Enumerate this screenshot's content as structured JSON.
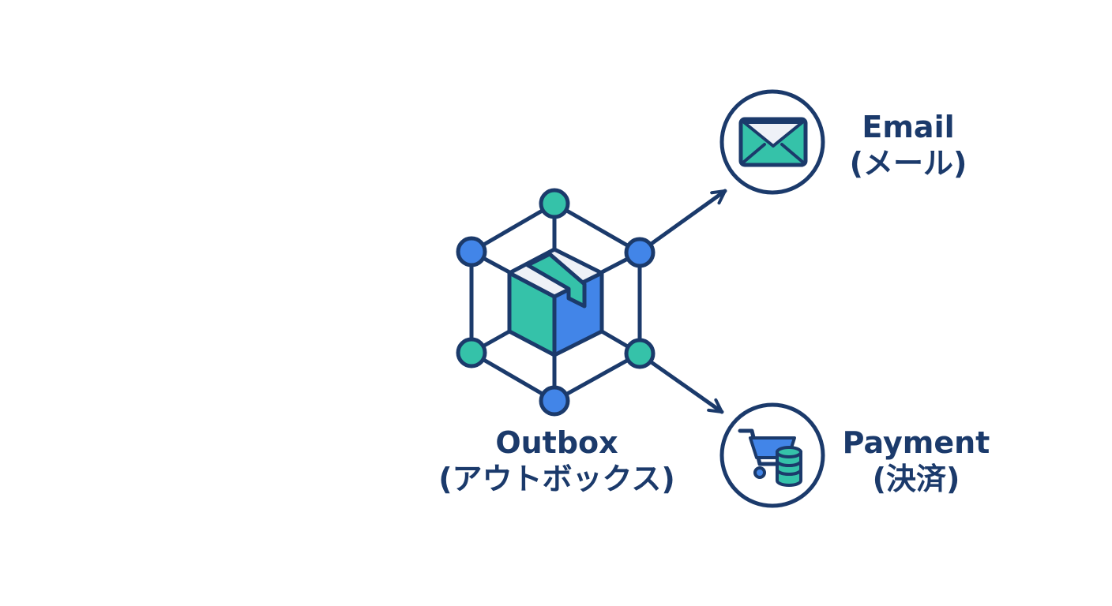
{
  "colors": {
    "navy": "#1b3a6b",
    "blue": "#4285e8",
    "teal": "#35c2a9",
    "light": "#eef1f7",
    "background": "#ffffff"
  },
  "nodes": {
    "outbox": {
      "name": "Outbox",
      "sub": "(アウトボックス)",
      "icon": "package-box-icon"
    },
    "email": {
      "name": "Email",
      "sub": "(メール)",
      "icon": "envelope-icon"
    },
    "payment": {
      "name": "Payment",
      "sub": "(決済)",
      "icon": "cart-coins-icon"
    }
  }
}
